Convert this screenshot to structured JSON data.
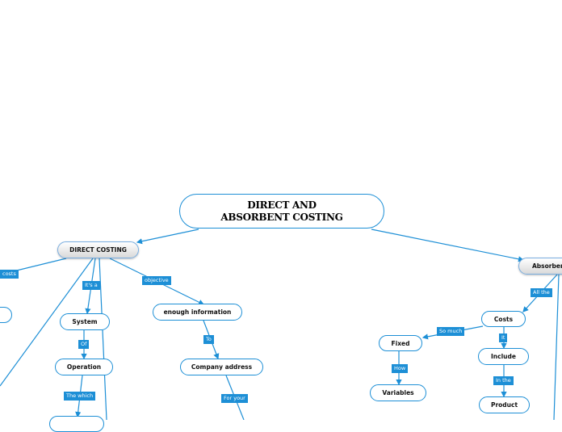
{
  "root": {
    "title": "DIRECT AND ABSORBENT COSTING"
  },
  "nodes": {
    "direct_costing": "DIRECT COSTING",
    "absorbent": "Absorbent",
    "enough_information": "enough information",
    "system": "System",
    "operation": "Operation",
    "company_address": "Company address",
    "costs": "Costs",
    "fixed": "Fixed",
    "variables": "Variables",
    "include": "Include",
    "product": "Product"
  },
  "tags": {
    "costs": "costs",
    "its_a": "It's a",
    "objective": "objective",
    "of": "Of",
    "the_which": "The which",
    "to": "To",
    "for_your": "For your",
    "all_the": "All the",
    "so_much": "So much",
    "it": "It",
    "how": "How",
    "in_the": "In the"
  },
  "colors": {
    "line": "#1d8fd6",
    "tag": "#1d8fd6"
  }
}
